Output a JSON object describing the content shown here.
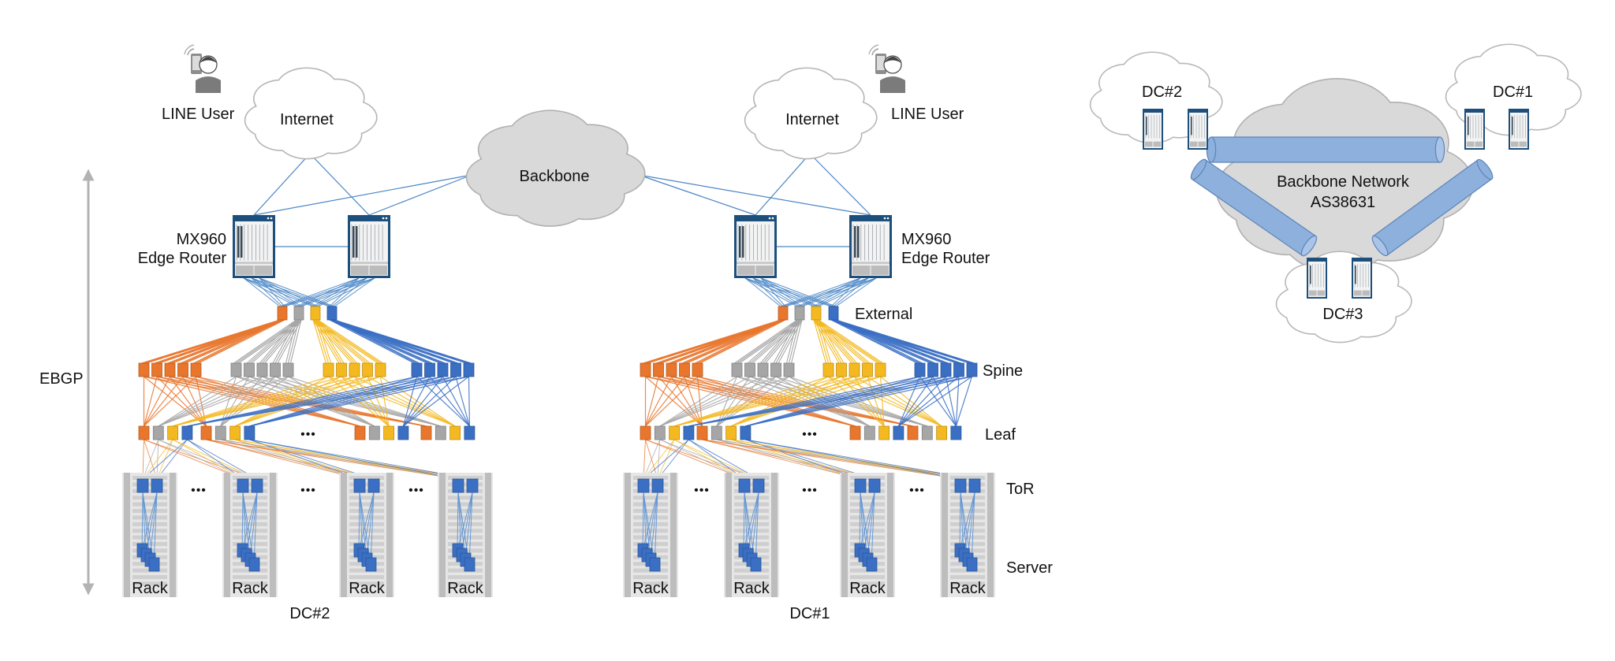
{
  "colors": {
    "orange": "#e8762d",
    "gray": "#a6a6a6",
    "yellow": "#f4b920",
    "blue": "#3a6fc4",
    "link": "#4a86c5",
    "router_frame": "#1d4f7c",
    "cloud_gray": "#d9d9d9",
    "pipe": "#8db0dc"
  },
  "left_side": {
    "ebgp_label": "EBGP",
    "user_label": "LINE User",
    "internet_label": "Internet",
    "router_label_1": "MX960",
    "router_label_2": "Edge Router",
    "dc_label": "DC#2",
    "rack_label": "Rack",
    "ellipsis": "•••"
  },
  "center": {
    "backbone_label": "Backbone"
  },
  "right_side": {
    "user_label": "LINE User",
    "internet_label": "Internet",
    "router_label_1": "MX960",
    "router_label_2": "Edge Router",
    "dc_label": "DC#1",
    "rack_label": "Rack",
    "ellipsis": "•••"
  },
  "layers": {
    "external": "External",
    "spine": "Spine",
    "leaf": "Leaf",
    "tor": "ToR",
    "server": "Server"
  },
  "overview": {
    "backbone_title": "Backbone Network",
    "backbone_asn": "AS38631",
    "dc2": "DC#2",
    "dc1": "DC#1",
    "dc3": "DC#3"
  }
}
